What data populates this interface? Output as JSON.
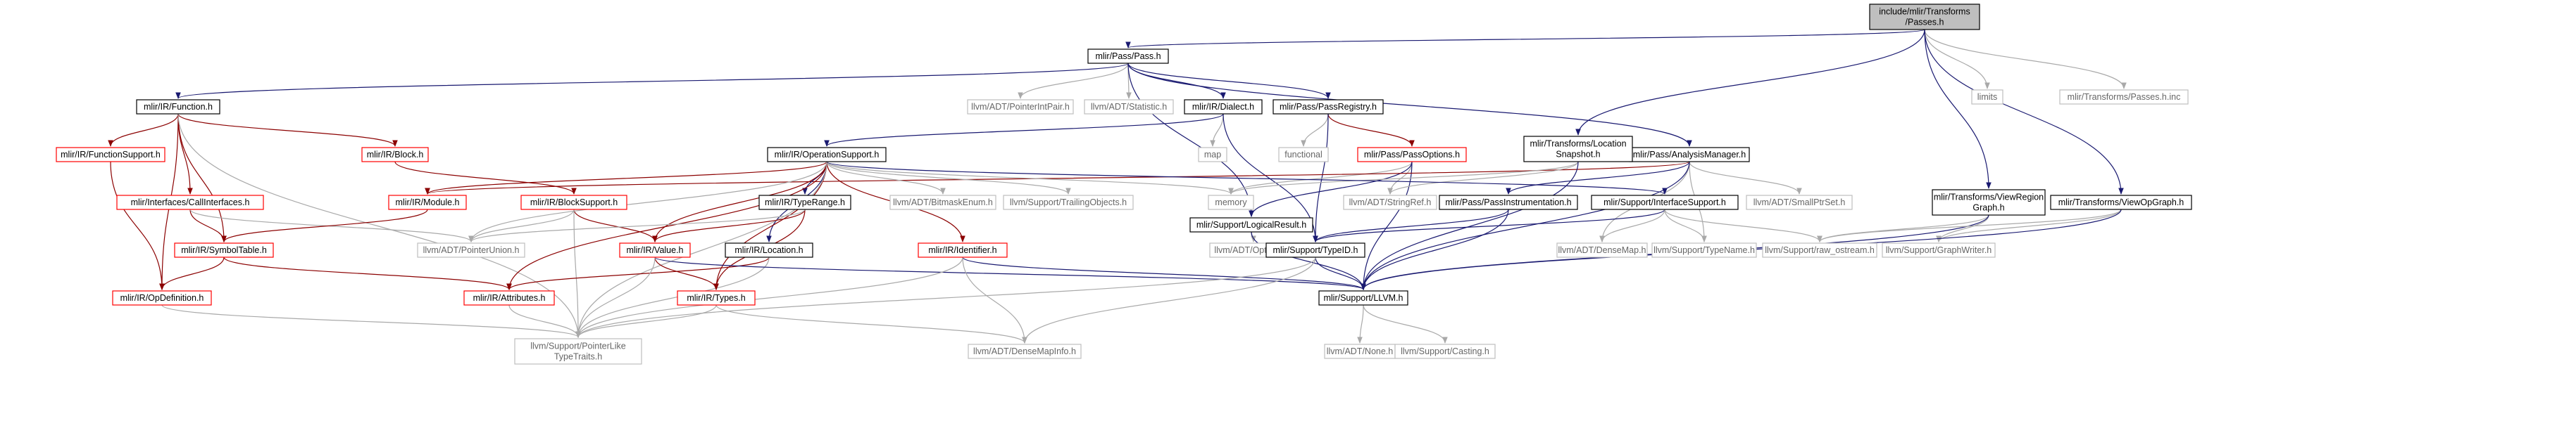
{
  "colors": {
    "default_border": "#000000",
    "incomplete_border": "#ff0000",
    "external_border": "#bfbfbf",
    "root_fill": "#bfbfbf",
    "text": "#000000",
    "external_text": "#666666",
    "edge_default": "#191970",
    "edge_red": "#8b0000",
    "edge_gray": "#a9a9a9"
  },
  "nodes": [
    {
      "id": "root",
      "lines": [
        "include/mlir/Transforms",
        "/Passes.h"
      ],
      "kind": "root"
    },
    {
      "id": "pass",
      "lines": [
        "mlir/Pass/Pass.h"
      ],
      "kind": "normal"
    },
    {
      "id": "limits",
      "lines": [
        "limits"
      ],
      "kind": "external"
    },
    {
      "id": "passesinc",
      "lines": [
        "mlir/Transforms/Passes.h.inc"
      ],
      "kind": "external"
    },
    {
      "id": "function",
      "lines": [
        "mlir/IR/Function.h"
      ],
      "kind": "normal"
    },
    {
      "id": "pointerintpair",
      "lines": [
        "llvm/ADT/PointerIntPair.h"
      ],
      "kind": "external"
    },
    {
      "id": "statistic",
      "lines": [
        "llvm/ADT/Statistic.h"
      ],
      "kind": "external"
    },
    {
      "id": "dialect",
      "lines": [
        "mlir/IR/Dialect.h"
      ],
      "kind": "normal"
    },
    {
      "id": "passregistry",
      "lines": [
        "mlir/Pass/PassRegistry.h"
      ],
      "kind": "normal"
    },
    {
      "id": "analysismanager",
      "lines": [
        "mlir/Pass/AnalysisManager.h"
      ],
      "kind": "normal"
    },
    {
      "id": "locsnapshot",
      "lines": [
        "mlir/Transforms/Location",
        "Snapshot.h"
      ],
      "kind": "normal"
    },
    {
      "id": "viewregion",
      "lines": [
        "mlir/Transforms/ViewRegion",
        "Graph.h"
      ],
      "kind": "normal"
    },
    {
      "id": "viewop",
      "lines": [
        "mlir/Transforms/ViewOpGraph.h"
      ],
      "kind": "normal"
    },
    {
      "id": "functionsupport",
      "lines": [
        "mlir/IR/FunctionSupport.h"
      ],
      "kind": "incomplete"
    },
    {
      "id": "block",
      "lines": [
        "mlir/IR/Block.h"
      ],
      "kind": "incomplete"
    },
    {
      "id": "operationsupport",
      "lines": [
        "mlir/IR/OperationSupport.h"
      ],
      "kind": "normal"
    },
    {
      "id": "map",
      "lines": [
        "map"
      ],
      "kind": "external"
    },
    {
      "id": "functional",
      "lines": [
        "functional"
      ],
      "kind": "external"
    },
    {
      "id": "passoptions",
      "lines": [
        "mlir/Pass/PassOptions.h"
      ],
      "kind": "incomplete"
    },
    {
      "id": "callinterfaces",
      "lines": [
        "mlir/Interfaces/CallInterfaces.h"
      ],
      "kind": "incomplete"
    },
    {
      "id": "module",
      "lines": [
        "mlir/IR/Module.h"
      ],
      "kind": "incomplete"
    },
    {
      "id": "blocksupport",
      "lines": [
        "mlir/IR/BlockSupport.h"
      ],
      "kind": "incomplete"
    },
    {
      "id": "typerange",
      "lines": [
        "mlir/IR/TypeRange.h"
      ],
      "kind": "normal"
    },
    {
      "id": "bitmaskenum",
      "lines": [
        "llvm/ADT/BitmaskEnum.h"
      ],
      "kind": "external"
    },
    {
      "id": "trailingobjects",
      "lines": [
        "llvm/Support/TrailingObjects.h"
      ],
      "kind": "external"
    },
    {
      "id": "memory",
      "lines": [
        "memory"
      ],
      "kind": "external"
    },
    {
      "id": "logicalresult",
      "lines": [
        "mlir/Support/LogicalResult.h"
      ],
      "kind": "normal"
    },
    {
      "id": "stringref",
      "lines": [
        "llvm/ADT/StringRef.h"
      ],
      "kind": "external"
    },
    {
      "id": "passinstrumentation",
      "lines": [
        "mlir/Pass/PassInstrumentation.h"
      ],
      "kind": "normal"
    },
    {
      "id": "interfacesupport",
      "lines": [
        "mlir/Support/InterfaceSupport.h"
      ],
      "kind": "normal"
    },
    {
      "id": "smallptrset",
      "lines": [
        "llvm/ADT/SmallPtrSet.h"
      ],
      "kind": "external"
    },
    {
      "id": "symboltable",
      "lines": [
        "mlir/IR/SymbolTable.h"
      ],
      "kind": "incomplete"
    },
    {
      "id": "pointerunion",
      "lines": [
        "llvm/ADT/PointerUnion.h"
      ],
      "kind": "external"
    },
    {
      "id": "location",
      "lines": [
        "mlir/IR/Location.h"
      ],
      "kind": "normal"
    },
    {
      "id": "value",
      "lines": [
        "mlir/IR/Value.h"
      ],
      "kind": "incomplete"
    },
    {
      "id": "identifier",
      "lines": [
        "mlir/IR/Identifier.h"
      ],
      "kind": "incomplete"
    },
    {
      "id": "optional",
      "lines": [
        "llvm/ADT/Optional.h"
      ],
      "kind": "external"
    },
    {
      "id": "typeid",
      "lines": [
        "mlir/Support/TypeID.h"
      ],
      "kind": "normal"
    },
    {
      "id": "densemap",
      "lines": [
        "llvm/ADT/DenseMap.h"
      ],
      "kind": "external"
    },
    {
      "id": "typename",
      "lines": [
        "llvm/Support/TypeName.h"
      ],
      "kind": "external"
    },
    {
      "id": "rawostream",
      "lines": [
        "llvm/Support/raw_ostream.h"
      ],
      "kind": "external"
    },
    {
      "id": "graphwriter",
      "lines": [
        "llvm/Support/GraphWriter.h"
      ],
      "kind": "external"
    },
    {
      "id": "opdefinition",
      "lines": [
        "mlir/IR/OpDefinition.h"
      ],
      "kind": "incomplete"
    },
    {
      "id": "attributes",
      "lines": [
        "mlir/IR/Attributes.h"
      ],
      "kind": "incomplete"
    },
    {
      "id": "types",
      "lines": [
        "mlir/IR/Types.h"
      ],
      "kind": "incomplete"
    },
    {
      "id": "llvmh",
      "lines": [
        "mlir/Support/LLVM.h"
      ],
      "kind": "normal"
    },
    {
      "id": "pointerlike",
      "lines": [
        "llvm/Support/PointerLike",
        "TypeTraits.h"
      ],
      "kind": "external"
    },
    {
      "id": "densemapinfo",
      "lines": [
        "llvm/ADT/DenseMapInfo.h"
      ],
      "kind": "external"
    },
    {
      "id": "none",
      "lines": [
        "llvm/ADT/None.h"
      ],
      "kind": "external"
    },
    {
      "id": "casting",
      "lines": [
        "llvm/Support/Casting.h"
      ],
      "kind": "external"
    }
  ],
  "edges": [
    [
      "root",
      "pass"
    ],
    [
      "root",
      "limits"
    ],
    [
      "root",
      "passesinc"
    ],
    [
      "root",
      "locsnapshot"
    ],
    [
      "root",
      "viewregion"
    ],
    [
      "root",
      "viewop"
    ],
    [
      "pass",
      "function"
    ],
    [
      "pass",
      "pointerintpair"
    ],
    [
      "pass",
      "statistic"
    ],
    [
      "pass",
      "dialect"
    ],
    [
      "pass",
      "passregistry"
    ],
    [
      "pass",
      "analysismanager"
    ],
    [
      "pass",
      "logicalresult"
    ],
    [
      "function",
      "functionsupport"
    ],
    [
      "function",
      "block"
    ],
    [
      "function",
      "callinterfaces"
    ],
    [
      "function",
      "symboltable"
    ],
    [
      "function",
      "opdefinition"
    ],
    [
      "function",
      "pointerlike"
    ],
    [
      "dialect",
      "operationsupport"
    ],
    [
      "dialect",
      "map"
    ],
    [
      "dialect",
      "typeid"
    ],
    [
      "passregistry",
      "functional"
    ],
    [
      "passregistry",
      "passoptions"
    ],
    [
      "passregistry",
      "typeid"
    ],
    [
      "passoptions",
      "memory"
    ],
    [
      "passoptions",
      "stringref"
    ],
    [
      "passoptions",
      "logicalresult"
    ],
    [
      "passoptions",
      "llvmh"
    ],
    [
      "analysismanager",
      "module"
    ],
    [
      "analysismanager",
      "passinstrumentation"
    ],
    [
      "analysismanager",
      "smallptrset"
    ],
    [
      "analysismanager",
      "densemap"
    ],
    [
      "analysismanager",
      "typename"
    ],
    [
      "analysismanager",
      "llvmh"
    ],
    [
      "locsnapshot",
      "memory"
    ],
    [
      "locsnapshot",
      "stringref"
    ],
    [
      "locsnapshot",
      "llvmh"
    ],
    [
      "viewregion",
      "rawostream"
    ],
    [
      "viewregion",
      "graphwriter"
    ],
    [
      "viewregion",
      "llvmh"
    ],
    [
      "viewop",
      "rawostream"
    ],
    [
      "viewop",
      "graphwriter"
    ],
    [
      "viewop",
      "llvmh"
    ],
    [
      "functionsupport",
      "opdefinition"
    ],
    [
      "block",
      "blocksupport"
    ],
    [
      "blocksupport",
      "pointerunion"
    ],
    [
      "blocksupport",
      "value"
    ],
    [
      "blocksupport",
      "pointerlike"
    ],
    [
      "callinterfaces",
      "symboltable"
    ],
    [
      "callinterfaces",
      "pointerunion"
    ],
    [
      "operationsupport",
      "module"
    ],
    [
      "operationsupport",
      "typerange"
    ],
    [
      "operationsupport",
      "bitmaskenum"
    ],
    [
      "operationsupport",
      "trailingobjects"
    ],
    [
      "operationsupport",
      "memory"
    ],
    [
      "operationsupport",
      "interfacesupport"
    ],
    [
      "operationsupport",
      "identifier"
    ],
    [
      "operationsupport",
      "location"
    ],
    [
      "operationsupport",
      "value"
    ],
    [
      "operationsupport",
      "types"
    ],
    [
      "operationsupport",
      "attributes"
    ],
    [
      "operationsupport",
      "pointerunion"
    ],
    [
      "operationsupport",
      "pointerlike"
    ],
    [
      "module",
      "symboltable"
    ],
    [
      "typerange",
      "value"
    ],
    [
      "typerange",
      "types"
    ],
    [
      "typerange",
      "pointerunion"
    ],
    [
      "symboltable",
      "opdefinition"
    ],
    [
      "symboltable",
      "attributes"
    ],
    [
      "location",
      "attributes"
    ],
    [
      "location",
      "pointerlike"
    ],
    [
      "value",
      "types"
    ],
    [
      "value",
      "llvmh"
    ],
    [
      "value",
      "pointerlike"
    ],
    [
      "identifier",
      "llvmh"
    ],
    [
      "identifier",
      "densemapinfo"
    ],
    [
      "identifier",
      "pointerlike"
    ],
    [
      "logicalresult",
      "optional"
    ],
    [
      "logicalresult",
      "llvmh"
    ],
    [
      "passinstrumentation",
      "typeid"
    ],
    [
      "passinstrumentation",
      "llvmh"
    ],
    [
      "interfacesupport",
      "typeid"
    ],
    [
      "interfacesupport",
      "densemap"
    ],
    [
      "interfacesupport",
      "typename"
    ],
    [
      "interfacesupport",
      "rawostream"
    ],
    [
      "typeid",
      "llvmh"
    ],
    [
      "typeid",
      "densemapinfo"
    ],
    [
      "typeid",
      "pointerlike"
    ],
    [
      "opdefinition",
      "pointerlike"
    ],
    [
      "attributes",
      "pointerlike"
    ],
    [
      "types",
      "pointerlike"
    ],
    [
      "types",
      "densemapinfo"
    ],
    [
      "llvmh",
      "none"
    ],
    [
      "llvmh",
      "casting"
    ]
  ]
}
